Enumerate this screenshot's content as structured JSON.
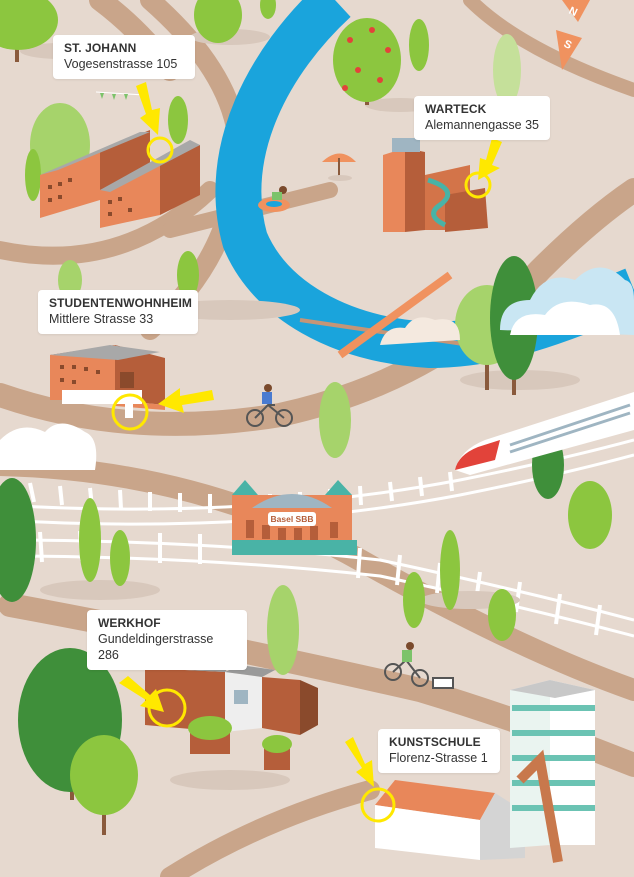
{
  "locations": [
    {
      "name": "ST. JOHANN",
      "address": "Vogesenstrasse 105"
    },
    {
      "name": "WARTECK",
      "address": "Alemannengasse 35"
    },
    {
      "name": "STUDENTENWOHNHEIM",
      "address": "Mittlere Strasse 33"
    },
    {
      "name": "WERKHOF",
      "address": "Gundeldingerstrasse 286"
    },
    {
      "name": "KUNSTSCHULE",
      "address": "Florenz-Strasse 1"
    }
  ],
  "station_sign": "Basel SBB",
  "compass": {
    "north": "N",
    "south": "S"
  },
  "colors": {
    "ground": "#e6d9cf",
    "road": "#c9a58a",
    "river": "#1aa4dc",
    "building": "#e8875a",
    "highlight": "#ffe800",
    "tree_light": "#8cc63f",
    "tree_dark": "#3f8f3a"
  }
}
